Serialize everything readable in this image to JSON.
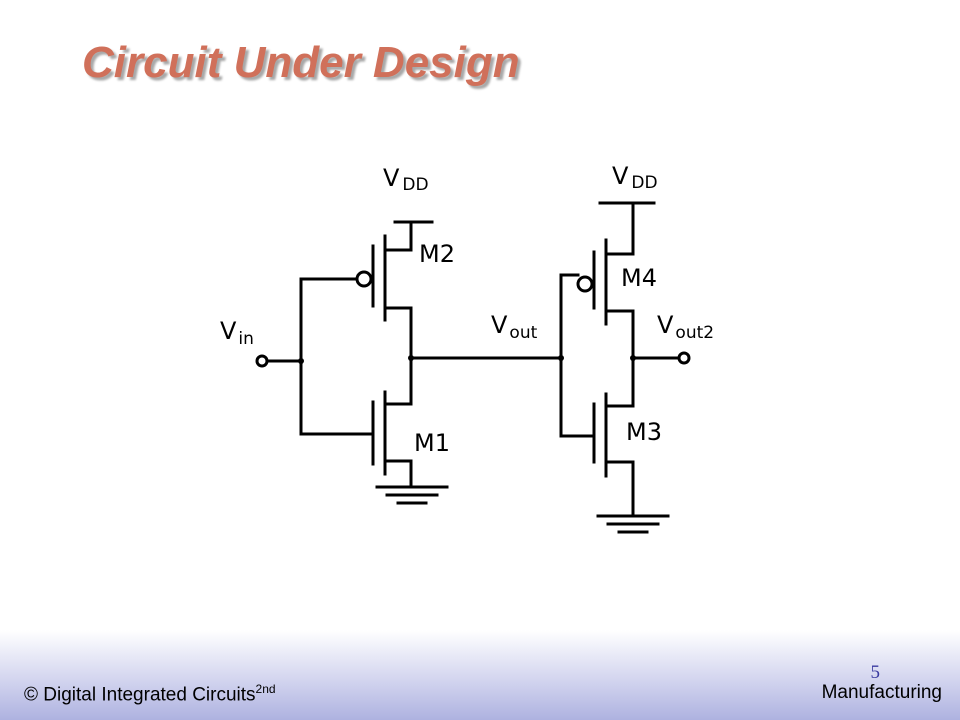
{
  "slide": {
    "title": "Circuit Under Design",
    "page_number": "5",
    "footer_left": "© Digital Integrated Circuits",
    "footer_left_sup": "2nd",
    "footer_right": "Manufacturing"
  },
  "circuit": {
    "labels": {
      "vdd1_main": "V",
      "vdd1_sub": "DD",
      "vdd2_main": "V",
      "vdd2_sub": "DD",
      "vin_main": "V",
      "vin_sub": "in",
      "vout_main": "V",
      "vout_sub": "out",
      "vout2_main": "V",
      "vout2_sub": "out2",
      "m1_main": "M",
      "m1_sub": "1",
      "m2_main": "M",
      "m2_sub": "2",
      "m3_main": "M",
      "m3_sub": "3",
      "m4_main": "M",
      "m4_sub": "4"
    }
  }
}
